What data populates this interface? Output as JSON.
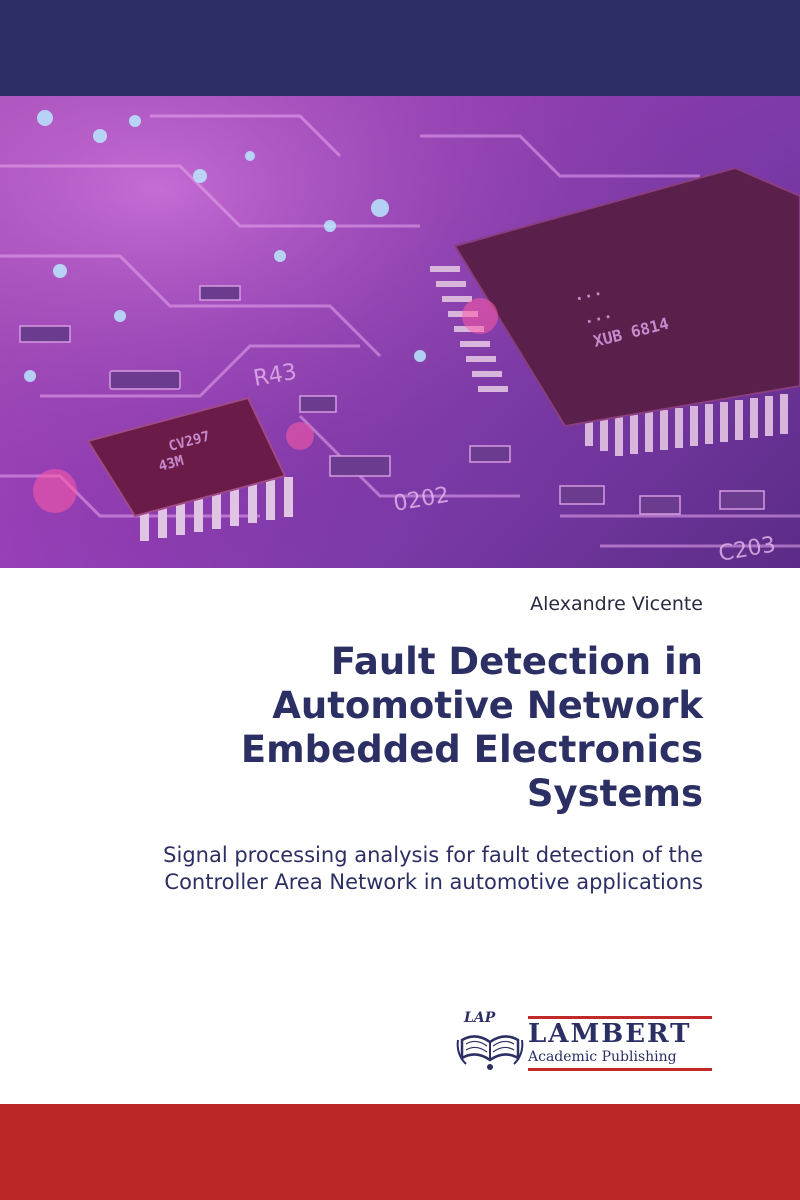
{
  "cover": {
    "author": "Alexandre Vicente",
    "title_lines": [
      "Fault Detection in",
      "Automotive Network",
      "Embedded Electronics",
      "Systems"
    ],
    "subtitle_lines": [
      "Signal processing analysis for fault detection of the",
      "Controller Area Network in automotive applications"
    ]
  },
  "photo": {
    "chip_large_marking": [
      "...",
      "...",
      "XUB 6814"
    ],
    "chip_small_marking": [
      "CV297",
      "43M"
    ],
    "board_labels": [
      "0202",
      "C203",
      "R43"
    ]
  },
  "publisher": {
    "logo_text": "LAP",
    "name": "LAMBERT",
    "subname": "Academic Publishing"
  },
  "colors": {
    "navy": "#2b2f63",
    "red": "#bb2727",
    "magenta": "#b24fc0"
  }
}
